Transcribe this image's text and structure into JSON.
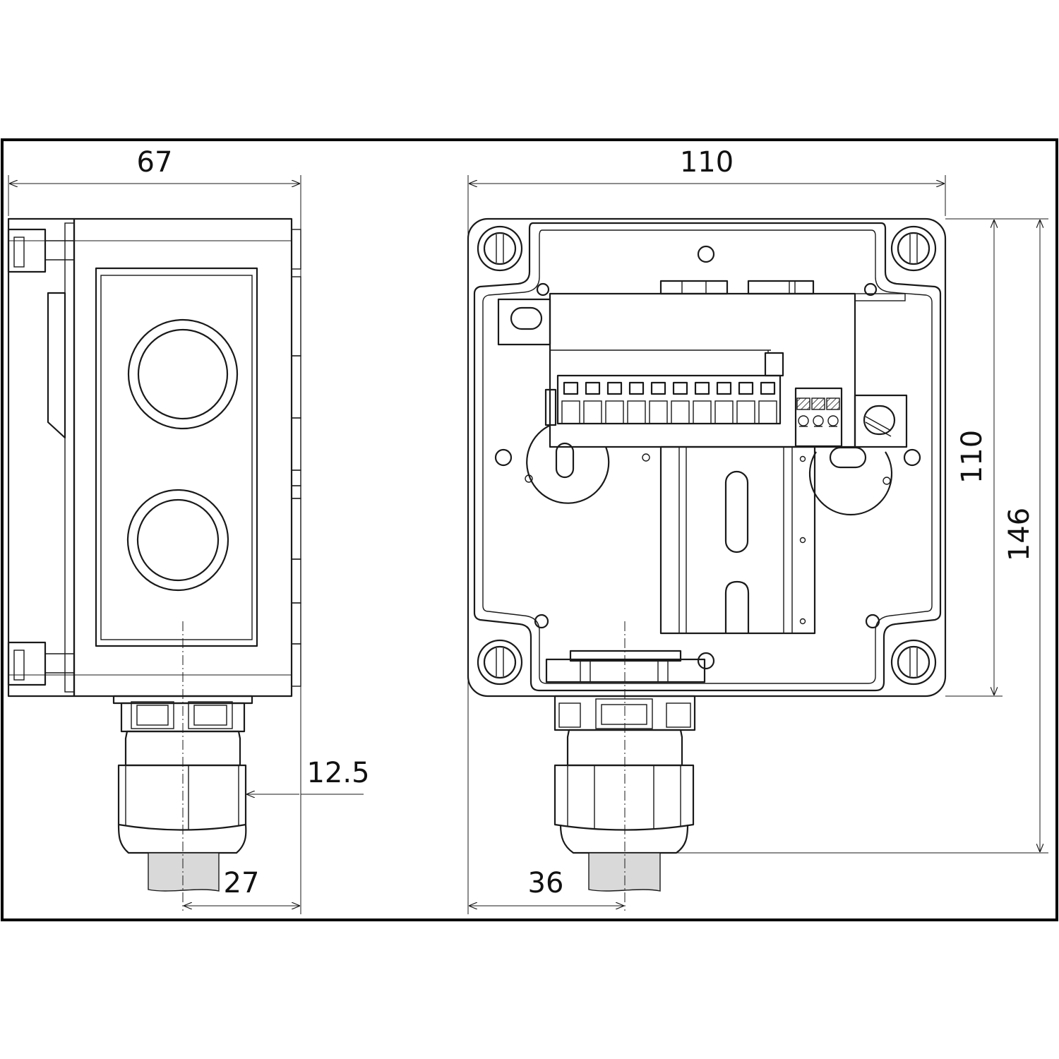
{
  "dimensions": {
    "side_width": "67",
    "front_width": "110",
    "inner_height": "110",
    "total_height": "146",
    "gland_offset_side": "12.5",
    "gland_center_side": "27",
    "gland_center_front": "36"
  },
  "colors": {
    "line": "#1a1a1a",
    "cable": "#d9d9d9",
    "background": "#ffffff"
  }
}
